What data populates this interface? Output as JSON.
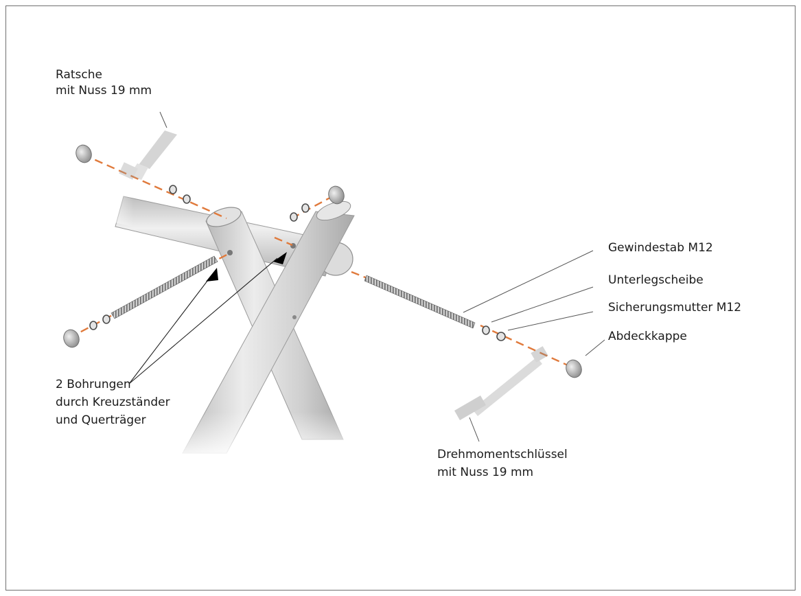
{
  "labels": {
    "ratchet": {
      "line1": "Ratsche",
      "line2": "mit Nuss 19 mm"
    },
    "threaded_rod": "Gewindestab M12",
    "washer": "Unterlegscheibe",
    "lock_nut": "Sicherungsmutter M12",
    "cover_cap": "Abdeckkappe",
    "holes": {
      "line1": "2 Bohrungen",
      "line2": "durch Kreuzständer",
      "line3": "und Querträger"
    },
    "torque_wrench": {
      "line1": "Drehmomentschlüssel",
      "line2": "mit Nuss 19 mm"
    }
  },
  "colors": {
    "axis_line": "#e07a3c",
    "tube": "#d8d8d8",
    "leader": "#555555",
    "frame": "#6f6f6f"
  }
}
